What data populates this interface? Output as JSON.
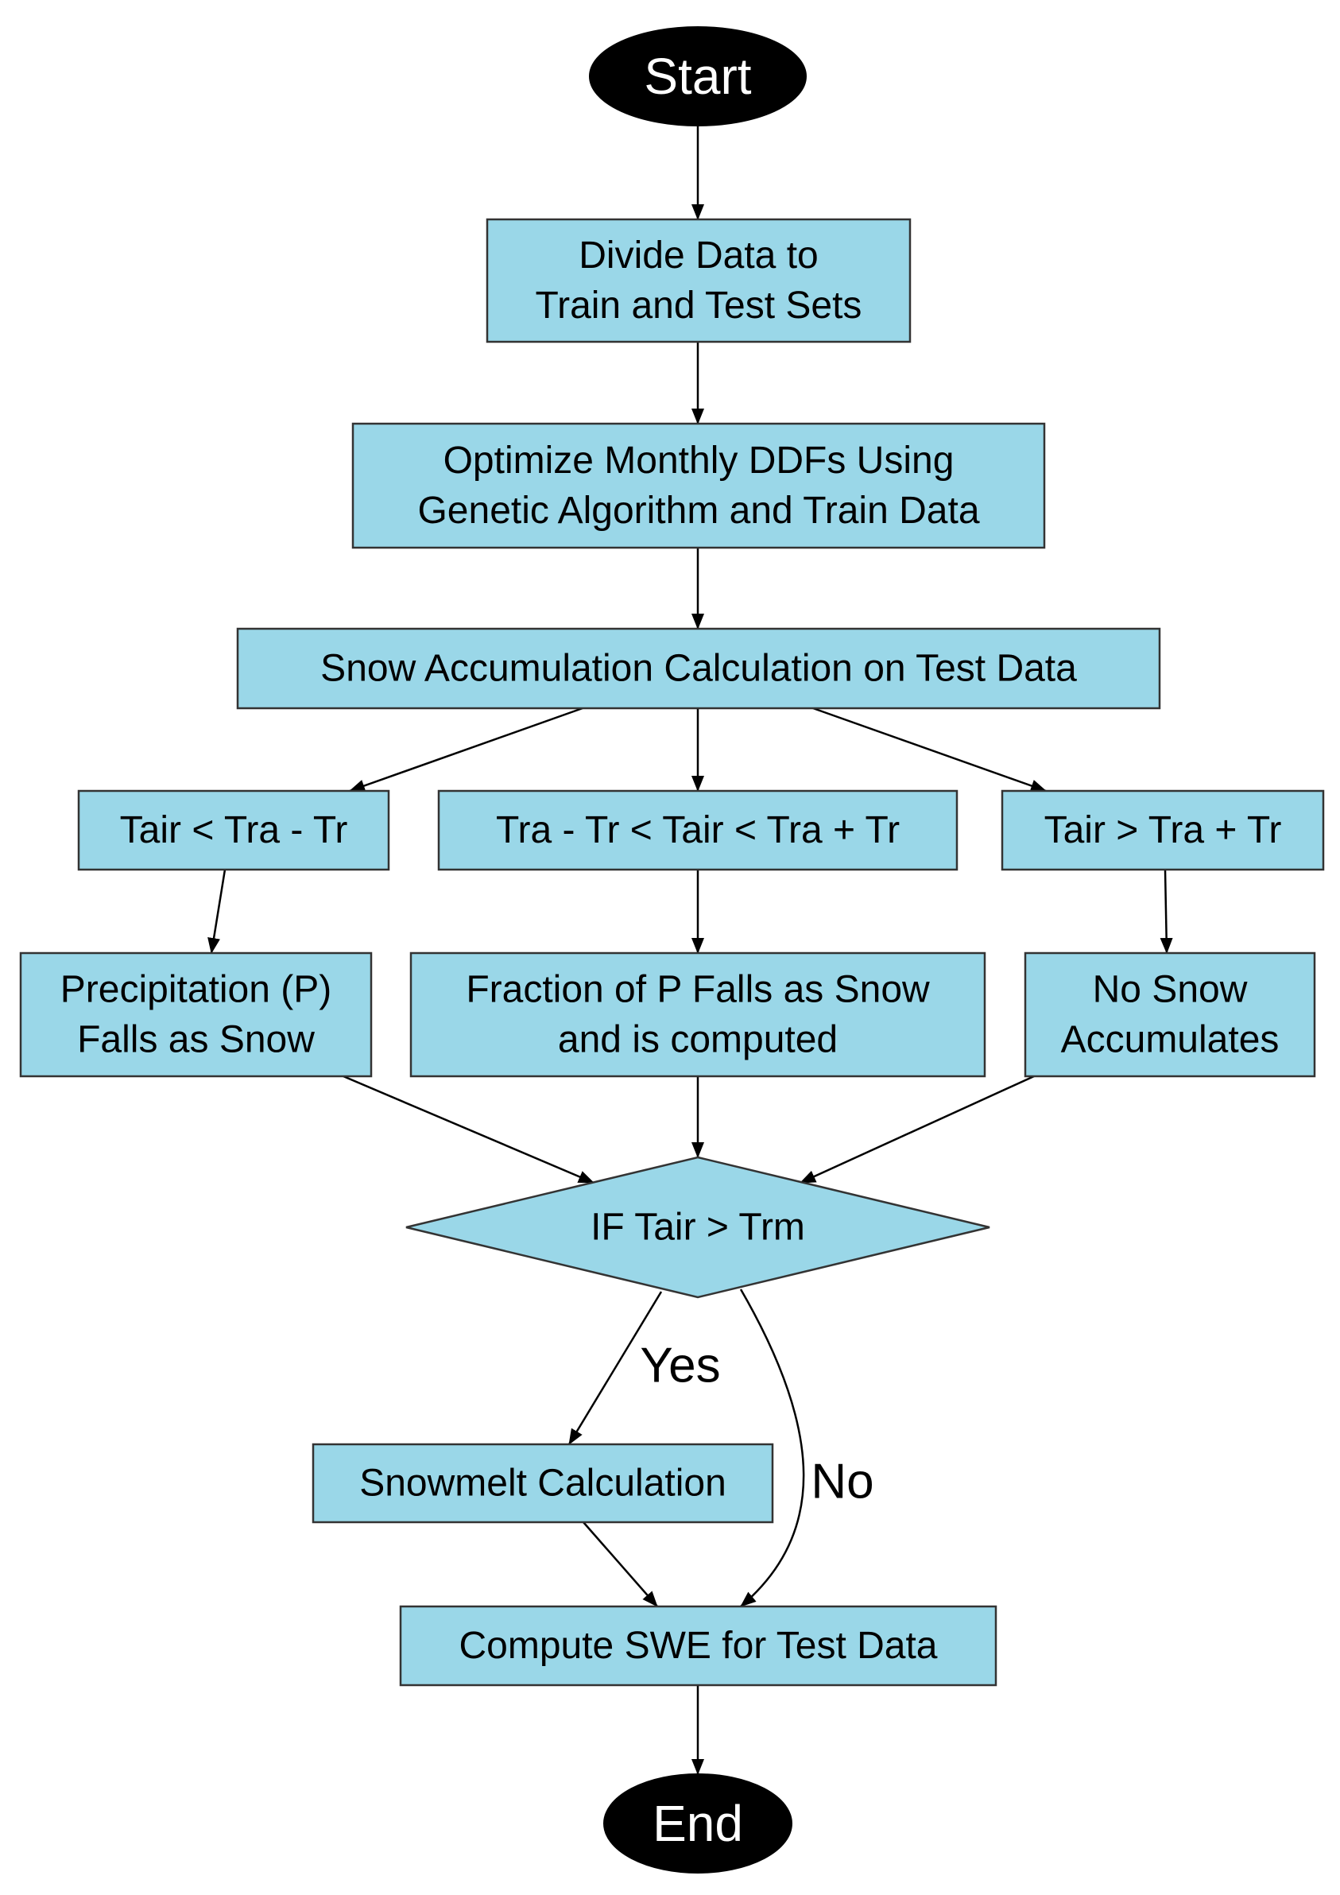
{
  "nodes": [
    {
      "id": "start",
      "shape": "terminal",
      "lines": [
        "Start"
      ]
    },
    {
      "id": "divide",
      "shape": "process",
      "lines": [
        "Divide Data to",
        "Train and Test Sets"
      ]
    },
    {
      "id": "optimize",
      "shape": "process",
      "lines": [
        "Optimize Monthly DDFs Using",
        "Genetic Algorithm and Train Data"
      ]
    },
    {
      "id": "accum",
      "shape": "process",
      "lines": [
        "Snow Accumulation Calculation on Test Data"
      ]
    },
    {
      "id": "cond_low",
      "shape": "process",
      "lines": [
        "Tair < Tra - Tr"
      ]
    },
    {
      "id": "cond_mid",
      "shape": "process",
      "lines": [
        "Tra - Tr < Tair < Tra + Tr"
      ]
    },
    {
      "id": "cond_high",
      "shape": "process",
      "lines": [
        "Tair > Tra + Tr"
      ]
    },
    {
      "id": "res_low",
      "shape": "process",
      "lines": [
        "Precipitation (P)",
        "Falls as Snow"
      ]
    },
    {
      "id": "res_mid",
      "shape": "process",
      "lines": [
        "Fraction of P Falls as Snow",
        "and is computed"
      ]
    },
    {
      "id": "res_high",
      "shape": "process",
      "lines": [
        "No Snow",
        "Accumulates"
      ]
    },
    {
      "id": "decision",
      "shape": "decision",
      "lines": [
        "IF Tair > Trm"
      ]
    },
    {
      "id": "melt",
      "shape": "process",
      "lines": [
        "Snowmelt Calculation"
      ]
    },
    {
      "id": "swe",
      "shape": "process",
      "lines": [
        "Compute SWE for Test Data"
      ]
    },
    {
      "id": "end",
      "shape": "terminal",
      "lines": [
        "End"
      ]
    }
  ],
  "edges": [
    {
      "from": "start",
      "to": "divide",
      "label": ""
    },
    {
      "from": "divide",
      "to": "optimize",
      "label": ""
    },
    {
      "from": "optimize",
      "to": "accum",
      "label": ""
    },
    {
      "from": "accum",
      "to": "cond_low",
      "label": ""
    },
    {
      "from": "accum",
      "to": "cond_mid",
      "label": ""
    },
    {
      "from": "accum",
      "to": "cond_high",
      "label": ""
    },
    {
      "from": "cond_low",
      "to": "res_low",
      "label": ""
    },
    {
      "from": "cond_mid",
      "to": "res_mid",
      "label": ""
    },
    {
      "from": "cond_high",
      "to": "res_high",
      "label": ""
    },
    {
      "from": "res_low",
      "to": "decision",
      "label": ""
    },
    {
      "from": "res_mid",
      "to": "decision",
      "label": ""
    },
    {
      "from": "res_high",
      "to": "decision",
      "label": ""
    },
    {
      "from": "decision",
      "to": "melt",
      "label": "Yes"
    },
    {
      "from": "decision",
      "to": "swe",
      "label": "No"
    },
    {
      "from": "melt",
      "to": "swe",
      "label": ""
    },
    {
      "from": "swe",
      "to": "end",
      "label": ""
    }
  ],
  "colors": {
    "process_fill": "#9AD7E8",
    "stroke": "#333333",
    "terminal_fill": "#000000",
    "terminal_text": "#FFFFFF",
    "edge": "#000000"
  }
}
